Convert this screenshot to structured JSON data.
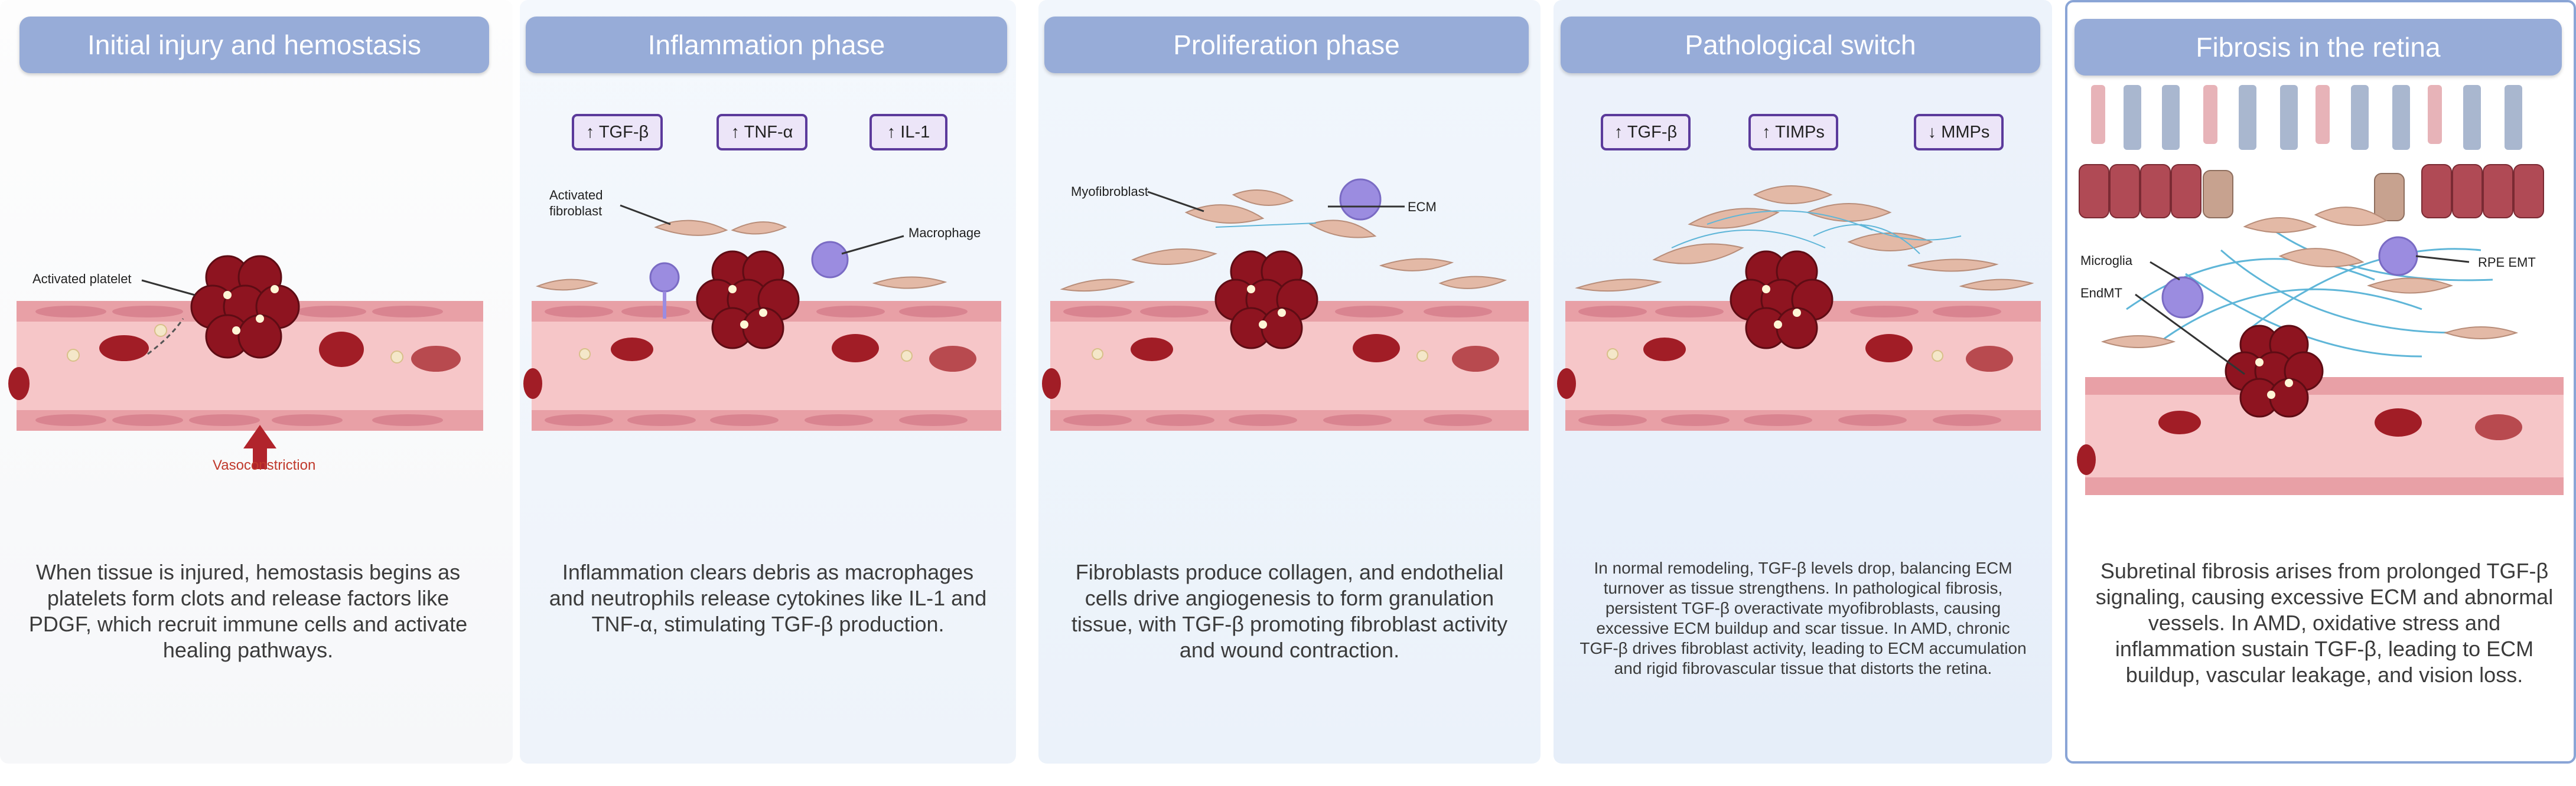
{
  "panels": [
    {
      "title": "Initial injury and hemostasis",
      "labels": {
        "activated_platelet": "Activated platelet",
        "vasoconstriction": "Vasoconstriction"
      },
      "description": "When tissue is injured, hemostasis begins as platelets form clots and release factors like PDGF, which recruit immune cells and activate healing pathways."
    },
    {
      "title": "Inflammation phase",
      "badges": [
        "↑ TGF-β",
        "↑ TNF-α",
        "↑ IL-1"
      ],
      "labels": {
        "activated_fibroblast_1": "Activated",
        "activated_fibroblast_2": "fibroblast",
        "macrophage": "Macrophage"
      },
      "description": "Inflammation clears debris as macrophages and neutrophils release cytokines like IL-1 and TNF-α, stimulating TGF-β production."
    },
    {
      "title": "Proliferation phase",
      "labels": {
        "myofibroblast": "Myofibroblast",
        "ecm": "ECM"
      },
      "description": "Fibroblasts produce collagen, and endothelial cells drive angiogenesis to form granulation tissue, with TGF-β promoting fibroblast activity and wound contraction."
    },
    {
      "title": "Pathological switch",
      "badges": [
        "↑ TGF-β",
        "↑ TIMPs",
        "↓ MMPs"
      ],
      "description": "In normal remodeling, TGF-β levels drop, balancing ECM turnover as tissue strengthens. In pathological fibrosis, persistent TGF-β overactivate myofibroblasts, causing excessive ECM buildup and scar tissue. In AMD, chronic TGF-β drives fibroblast activity, leading to ECM accumulation and rigid fibrovascular tissue that distorts the retina."
    },
    {
      "title": "Fibrosis in the retina",
      "labels": {
        "microglia": "Microglia",
        "endmt": "EndMT",
        "rpe_emt": "RPE EMT"
      },
      "description": "Subretinal fibrosis arises from prolonged TGF-β signaling, causing excessive ECM and abnormal vessels. In AMD, oxidative stress and inflammation sustain TGF-β, leading to ECM buildup, vascular leakage, and vision loss."
    }
  ],
  "colors": {
    "header": "#97acd8",
    "badge_border": "#5b3a9b",
    "vessel_wall": "#e8a0a6",
    "vessel_lumen": "#f6c6c8",
    "rbc": "#a11d26",
    "fibroblast": "#e3b9a6",
    "macrophage": "#9b8ce0",
    "ecm_fiber": "#5fb6d8",
    "retina_cell": "#b04a55",
    "arrow_red": "#b1242c"
  }
}
